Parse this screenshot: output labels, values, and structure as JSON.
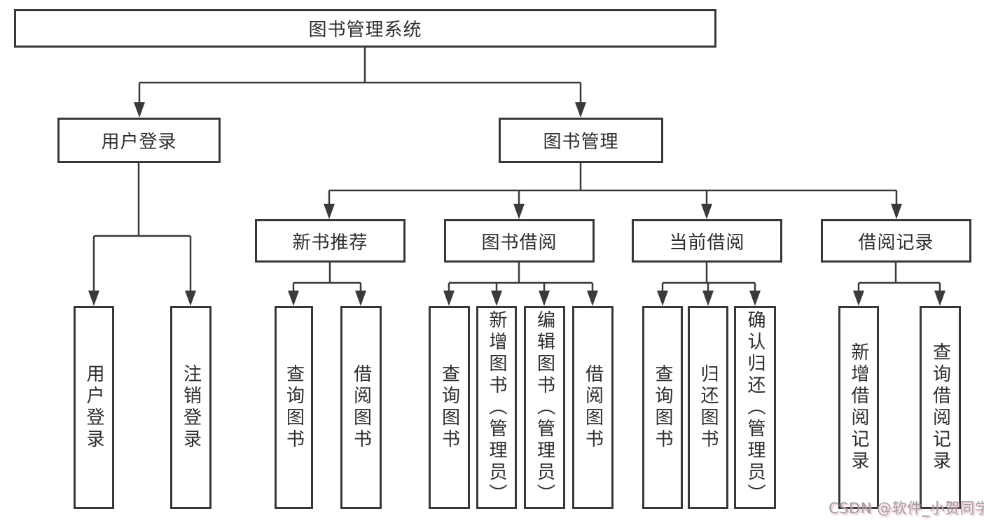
{
  "colors": {
    "line": "#3a3a3a",
    "box_border": "#383838",
    "text": "#2d2d2d",
    "watermark_text": "#9e9e9e",
    "watermark_shadow": "#e8a6b4"
  },
  "diagram": {
    "root": {
      "label": "图书管理系统"
    },
    "level1": [
      {
        "label": "用户登录",
        "children": [
          {
            "label": "用户登录"
          },
          {
            "label": "注销登录"
          }
        ]
      },
      {
        "label": "图书管理",
        "children": [
          {
            "label": "新书推荐",
            "children": [
              {
                "label": "查询图书"
              },
              {
                "label": "借阅图书"
              }
            ]
          },
          {
            "label": "图书借阅",
            "children": [
              {
                "label": "查询图书"
              },
              {
                "label": "新增图书（管理员）"
              },
              {
                "label": "编辑图书（管理员）"
              },
              {
                "label": "借阅图书"
              }
            ]
          },
          {
            "label": "当前借阅",
            "children": [
              {
                "label": "查询图书"
              },
              {
                "label": "归还图书"
              },
              {
                "label": "确认归还（管理员）"
              }
            ]
          },
          {
            "label": "借阅记录",
            "children": [
              {
                "label": "新增借阅记录"
              },
              {
                "label": "查询借阅记录"
              }
            ]
          }
        ]
      }
    ]
  },
  "watermark": {
    "text": "CSDN @软件_小贺同学"
  }
}
